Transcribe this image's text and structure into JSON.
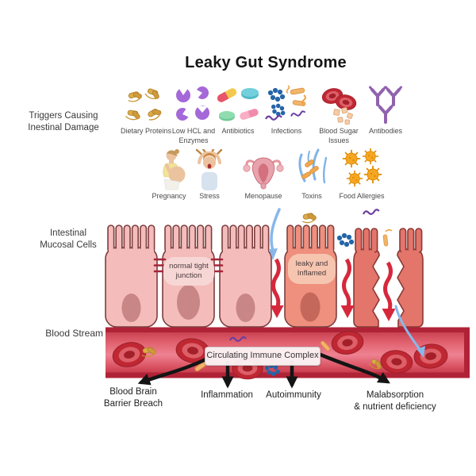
{
  "title": "Leaky Gut Syndrome",
  "sections": {
    "triggers": {
      "lines": [
        "Triggers Causing",
        "Inestinal Damage"
      ]
    },
    "mucosal_cells": {
      "lines": [
        "Intestinal",
        "Mucosal Cells"
      ]
    },
    "blood_stream": {
      "lines": [
        "Blood Stream"
      ]
    }
  },
  "triggers_row1": [
    {
      "label": "Dietary Proteins",
      "icon": "protein-icon"
    },
    {
      "label": "Low HCL and Enzymes",
      "icon": "enzymes-icon"
    },
    {
      "label": "Antibiotics",
      "icon": "pills-icon"
    },
    {
      "label": "Infections",
      "icon": "bacteria-icon"
    },
    {
      "label": "Blood Sugar Issues",
      "icon": "blood-sugar-icon"
    },
    {
      "label": "Antibodies",
      "icon": "antibodies-icon"
    }
  ],
  "triggers_row2": [
    {
      "label": "Pregnancy",
      "icon": "pregnancy-icon"
    },
    {
      "label": "Stress",
      "icon": "stress-icon"
    },
    {
      "label": "Menopause",
      "icon": "uterus-icon"
    },
    {
      "label": "Toxins",
      "icon": "toxins-icon"
    },
    {
      "label": "Food Allergies",
      "icon": "allergen-icon"
    }
  ],
  "cell_labels": {
    "normal": {
      "lines": [
        "normal tight",
        "junction"
      ]
    },
    "leaky": {
      "lines": [
        "leaky and",
        "Inflamed"
      ]
    }
  },
  "vessel": {
    "label": "Circulating Immune Complex"
  },
  "outcomes": [
    {
      "label": "Blood Brain Barrier Breach",
      "lines": [
        "Blood Brain",
        "Barrier Breach"
      ]
    },
    {
      "label": "Inflammation",
      "lines": [
        "Inflammation"
      ]
    },
    {
      "label": "Autoimmunity",
      "lines": [
        "Autoimmunity"
      ]
    },
    {
      "label": "Malabsorption & nutrient deficiency",
      "lines": [
        "Malabsorption",
        "& nutrient deficiency"
      ]
    }
  ],
  "colors": {
    "cell_normal": "#f4bcba",
    "cell_inflamed": "#ef8f7d",
    "cell_damaged": "#e4756b",
    "nucleus": "#c98686",
    "vessel_red": "#d94d5f",
    "vessel_border": "#b02337",
    "leak_arrow_red": "#d6283c",
    "outcome_arrow_black": "#141414",
    "antibody_purple": "#9b6bb5",
    "protein_gold": "#d9a441",
    "bacteria_blue": "#2565a8",
    "toxin_blue": "#88b8ea"
  }
}
